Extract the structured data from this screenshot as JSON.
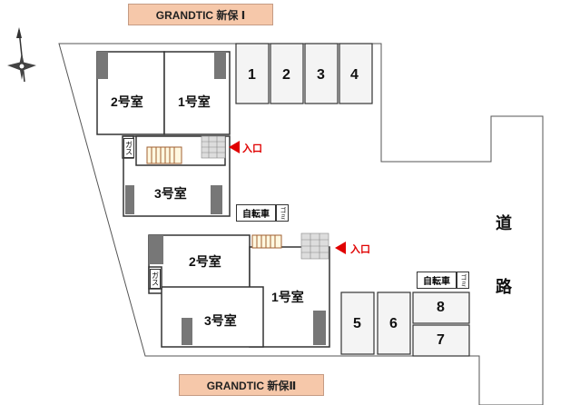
{
  "banners": {
    "top": "GRANDTIC 新保 Ⅰ",
    "bottom": "GRANDTIC 新保Ⅱ"
  },
  "building1": {
    "rooms": [
      "2号室",
      "1号室",
      "3号室"
    ],
    "gas": "ガス",
    "entrance": "入口"
  },
  "building2": {
    "rooms": [
      "2号室",
      "1号室",
      "3号室"
    ],
    "gas": "ガス",
    "entrance": "入口"
  },
  "parking": [
    "1",
    "2",
    "3",
    "4",
    "5",
    "6",
    "8",
    "7"
  ],
  "bicycle": "自転車",
  "garbage": "ゴミ",
  "road": [
    "道",
    "路"
  ],
  "colors": {
    "banner_fill": "#f6c8aa",
    "entrance_arrow": "#e00000",
    "wall_dark": "#666666"
  },
  "icons": [
    "compass-icon",
    "entrance-arrow-icon",
    "stairs-icon"
  ]
}
